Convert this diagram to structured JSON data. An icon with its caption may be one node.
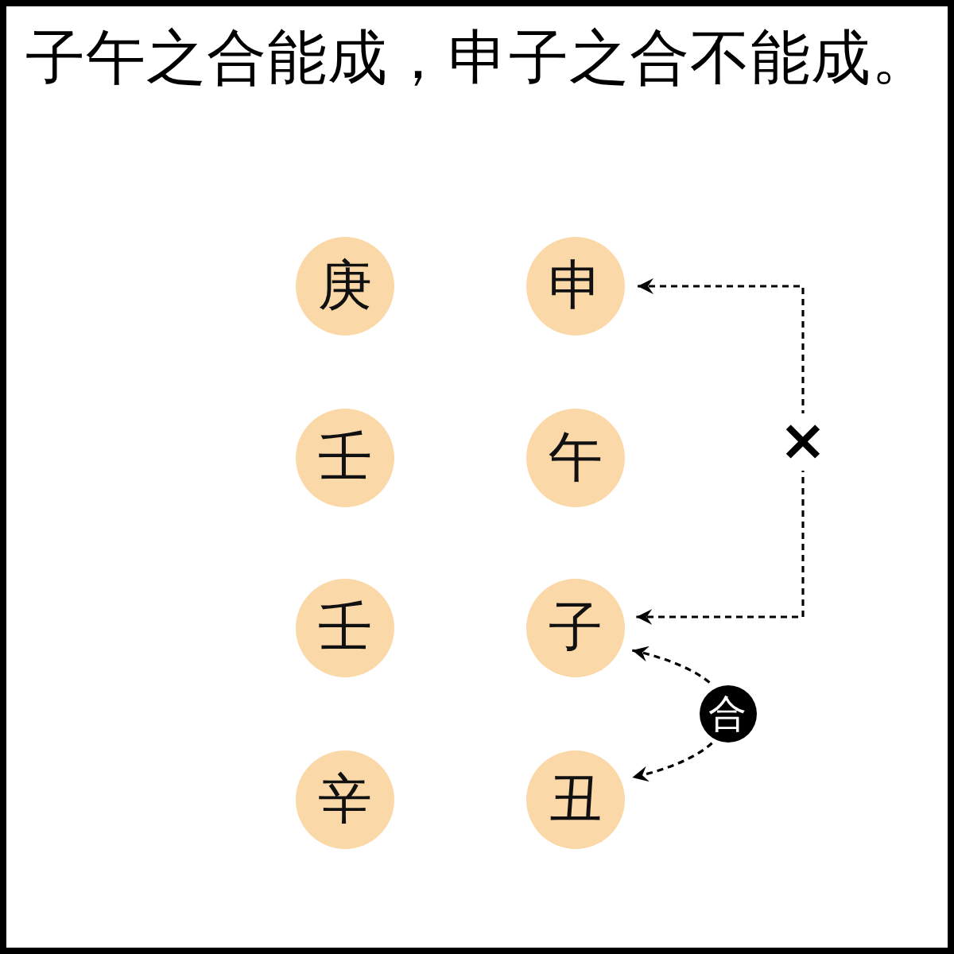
{
  "diagram": {
    "title": "子午之合能成，申子之合不能成。",
    "nodes": [
      {
        "text": [
          "庚"
        ]
      },
      {
        "text": [
          "申"
        ]
      },
      {
        "text": [
          "壬"
        ]
      },
      {
        "text": [
          "午"
        ]
      },
      {
        "text": [
          "壬"
        ]
      },
      {
        "text": [
          "子"
        ]
      },
      {
        "text": [
          "辛"
        ]
      },
      {
        "text": [
          "丑"
        ]
      }
    ],
    "edges": [
      {
        "from": 1,
        "to": 5,
        "arrow": "both",
        "label": "×",
        "style": "dashed"
      },
      {
        "from": 5,
        "to": 7,
        "arrow": "both",
        "label": "合",
        "style": "dashed"
      }
    ]
  }
}
